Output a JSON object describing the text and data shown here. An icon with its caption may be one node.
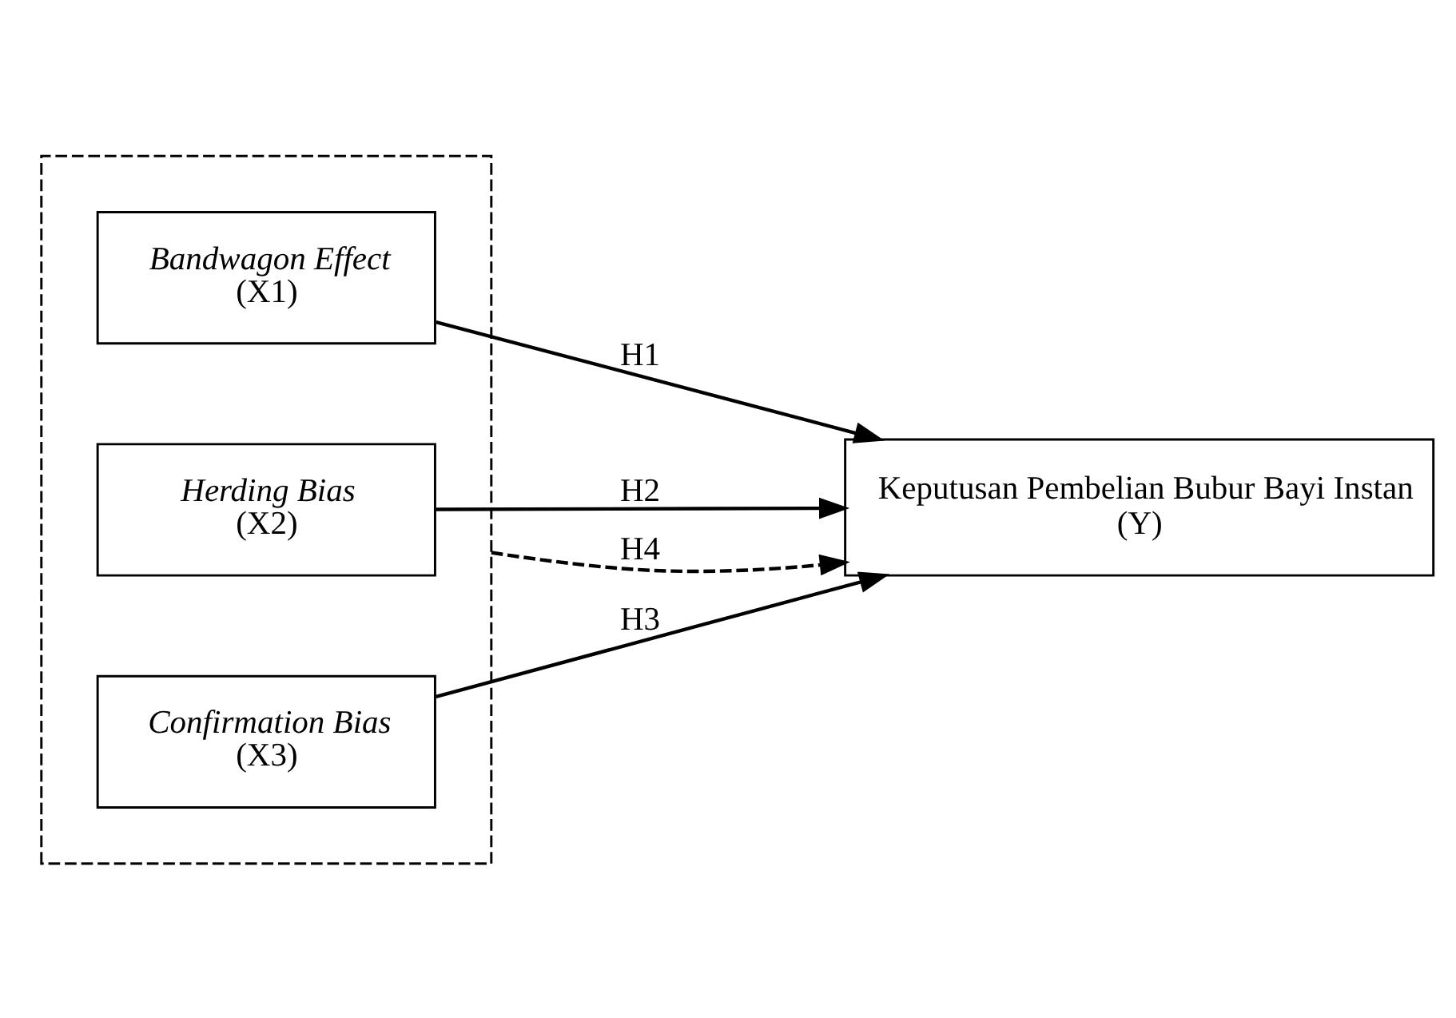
{
  "diagram": {
    "nodes": [
      {
        "text": [],
        "shape": "box"
      },
      {
        "text": [
          "Bandwagon Effect",
          "(X1)"
        ],
        "in": 0
      },
      {
        "text": [
          "Herding Bias",
          "(X2)"
        ],
        "in": 0
      },
      {
        "text": [
          "Confirmation Bias",
          "(X3)"
        ],
        "in": 0
      },
      {
        "text": [
          "Keputusan Pembelian Bubur Bayi Instan",
          "(Y)"
        ]
      }
    ],
    "edges": [
      {
        "from": 1,
        "to": 4,
        "arrow": "to",
        "label": "H1"
      },
      {
        "from": 2,
        "to": 4,
        "arrow": "to",
        "label": "H2"
      },
      {
        "from": 3,
        "to": 4,
        "arrow": "to",
        "label": "H3"
      },
      {
        "from": 0,
        "to": 4,
        "arrow": "to",
        "label": "H4",
        "style": "dashed"
      }
    ]
  }
}
